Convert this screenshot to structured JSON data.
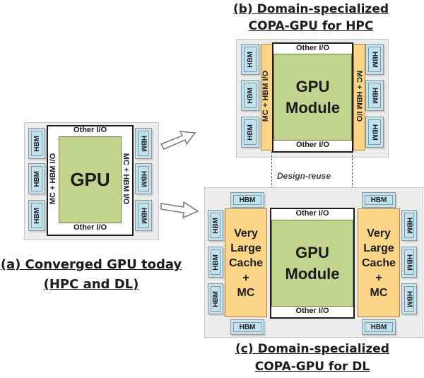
{
  "titles": {
    "a_line1": "(a) Converged GPU today",
    "a_line2": "(HPC and DL)",
    "b_line1": "(b) Domain-specialized",
    "b_line2": "COPA-GPU for HPC",
    "c_line1": "(c) Domain-specialized",
    "c_line2": "COPA-GPU for DL"
  },
  "labels": {
    "hbm": "HBM",
    "other_io": "Other I/O",
    "mc_hbm_io": "MC + HBM I/O",
    "gpu": "GPU",
    "gpu_module_1": "GPU",
    "gpu_module_2": "Module",
    "cache": [
      "Very",
      "Large",
      "Cache",
      "+",
      "MC"
    ],
    "design_reuse": "Design-reuse"
  },
  "colors": {
    "core": "#c2d58e",
    "hbm": "#bfe3ef",
    "cache": "#fbd487",
    "package": "#ececec"
  }
}
